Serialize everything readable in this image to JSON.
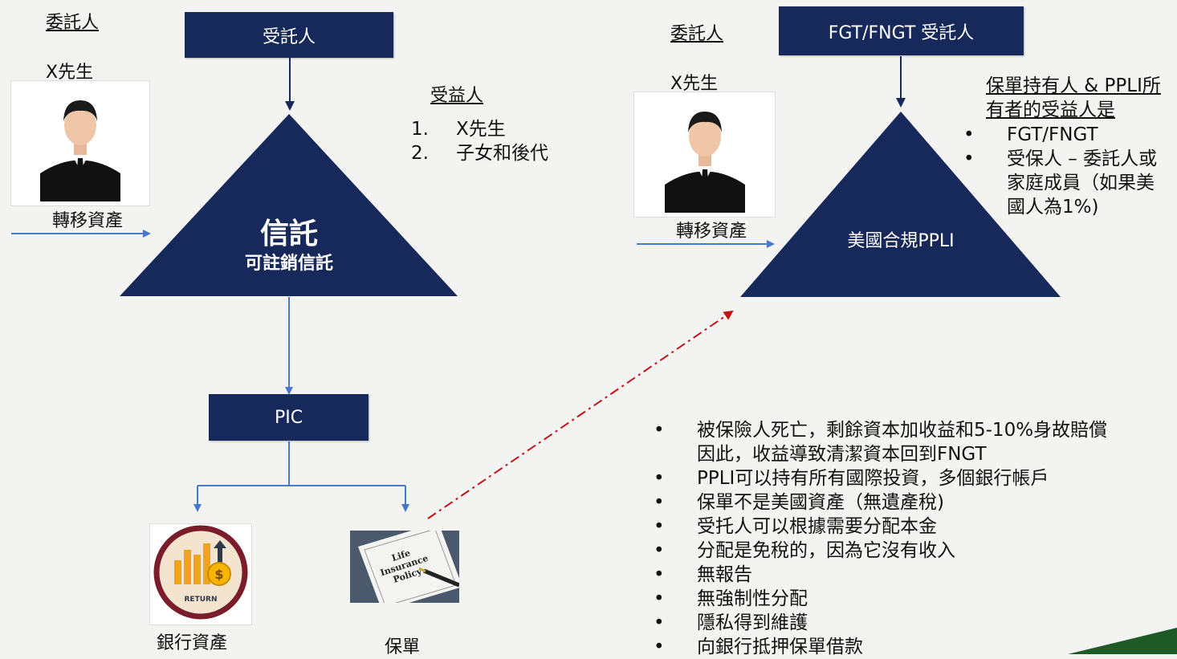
{
  "left": {
    "settlor_heading": "委託人",
    "settlor_name": "X先生",
    "transfer_label": "轉移資產",
    "trustee_box": "受託人",
    "trust_title": "信託",
    "trust_subtitle": "可註銷信託",
    "beneficiaries_heading": "受益人",
    "beneficiaries": [
      {
        "num": "1.",
        "text": "X先生"
      },
      {
        "num": "2.",
        "text": "子女和後代"
      }
    ],
    "pic_box": "PIC",
    "bank_assets_label": "銀行資產",
    "return_icon_text": "RETURN",
    "policy_label": "保單",
    "policy_image_text": "Life Insurance Policy"
  },
  "right": {
    "settlor_heading": "委託人",
    "settlor_name": "X先生",
    "transfer_label": "轉移資產",
    "trustee_box": "FGT/FNGT 受託人",
    "triangle_label": "美國合規PPLI",
    "holder_heading_line1": "保單持有人 & PPLI所",
    "holder_heading_line2": "有者的受益人是",
    "holder_items": [
      {
        "bullet": "•",
        "lines": [
          "FGT/FNGT"
        ]
      },
      {
        "bullet": "•",
        "lines": [
          "受保人 – 委託人或",
          "家庭成員（如果美",
          "國人為1%)"
        ]
      }
    ]
  },
  "benefits": [
    {
      "bullet": "•",
      "lines": [
        "被保險人死亡，剩餘資本加收益和5-10%身故賠償",
        " 因此，收益導致清潔資本回到FNGT"
      ]
    },
    {
      "bullet": "•",
      "lines": [
        " PPLI可以持有所有國際投資，多個銀行帳戶"
      ]
    },
    {
      "bullet": "•",
      "lines": [
        "保單不是美國資產（無遺產稅)"
      ]
    },
    {
      "bullet": "•",
      "lines": [
        "受托人可以根據需要分配本金"
      ]
    },
    {
      "bullet": "•",
      "lines": [
        "分配是免稅的，因為它沒有收入"
      ]
    },
    {
      "bullet": "•",
      "lines": [
        "無報告"
      ]
    },
    {
      "bullet": "•",
      "lines": [
        "無強制性分配"
      ]
    },
    {
      "bullet": "•",
      "lines": [
        "隱私得到維護"
      ]
    },
    {
      "bullet": "•",
      "lines": [
        "向銀行抵押保單借款"
      ]
    }
  ],
  "colors": {
    "navy": "#17285a",
    "arrow_blue": "#4a78c8",
    "dash_red": "#c0141a",
    "corner_green": "#1e5a28"
  },
  "icons": {
    "person": "businessman-avatar-icon",
    "bank": "return-bar-chart-dollar-icon",
    "policy": "life-insurance-policy-document-icon"
  }
}
